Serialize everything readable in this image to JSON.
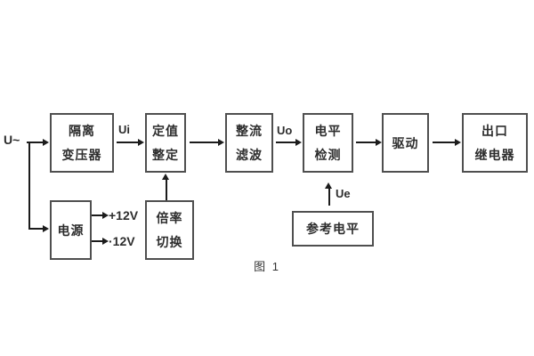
{
  "figure": {
    "caption": "图 1"
  },
  "colors": {
    "background": "#ffffff",
    "box_border": "#4f4f4f",
    "text": "#2d2d2d",
    "line": "#1c1c1c"
  },
  "labels": {
    "input": "U~",
    "ui": "Ui",
    "uo": "Uo",
    "ue": "Ue",
    "plus12v": "+12V",
    "minus12v": "·12V"
  },
  "blocks": {
    "isolation_transformer": {
      "line1": "隔离",
      "line2": "变压器"
    },
    "setpoint_setting": {
      "line1": "定值",
      "line2": "整定"
    },
    "rectifier_filter": {
      "line1": "整流",
      "line2": "滤波"
    },
    "level_detection": {
      "line1": "电平",
      "line2": "检测"
    },
    "driver": {
      "label": "驱动"
    },
    "output_relay": {
      "line1": "出口",
      "line2": "继电器"
    },
    "power_supply": {
      "label": "电源"
    },
    "ratio_switching": {
      "line1": "倍率",
      "line2": "切换"
    },
    "reference_level": {
      "label": "参考电平"
    }
  }
}
